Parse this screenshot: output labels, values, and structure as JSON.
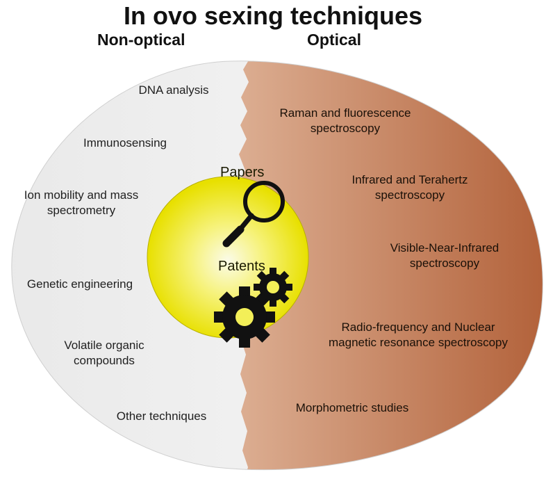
{
  "title": "In ovo sexing techniques",
  "columns": {
    "left": "Non-optical",
    "right": "Optical"
  },
  "non_optical": [
    "DNA analysis",
    "Immunosensing",
    "Ion mobility and mass spectrometry",
    "Genetic engineering",
    "Volatile organic compounds",
    "Other techniques"
  ],
  "optical": [
    "Raman and fluorescence spectroscopy",
    "Infrared and Terahertz spectroscopy",
    "Visible-Near-Infrared spectroscopy",
    "Radio-frequency and Nuclear magnetic resonance spectroscopy",
    "Morphometric studies"
  ],
  "center": {
    "papers": "Papers",
    "patents": "Patents"
  },
  "colors": {
    "left_half": "#efefef",
    "right_half_light": "#d8a88b",
    "right_half_dark": "#b4633c",
    "center_circle": "#eded00",
    "center_glow": "#fbfbe6",
    "icons": "#111111"
  },
  "icons": [
    "magnifier-icon",
    "gears-icon"
  ]
}
